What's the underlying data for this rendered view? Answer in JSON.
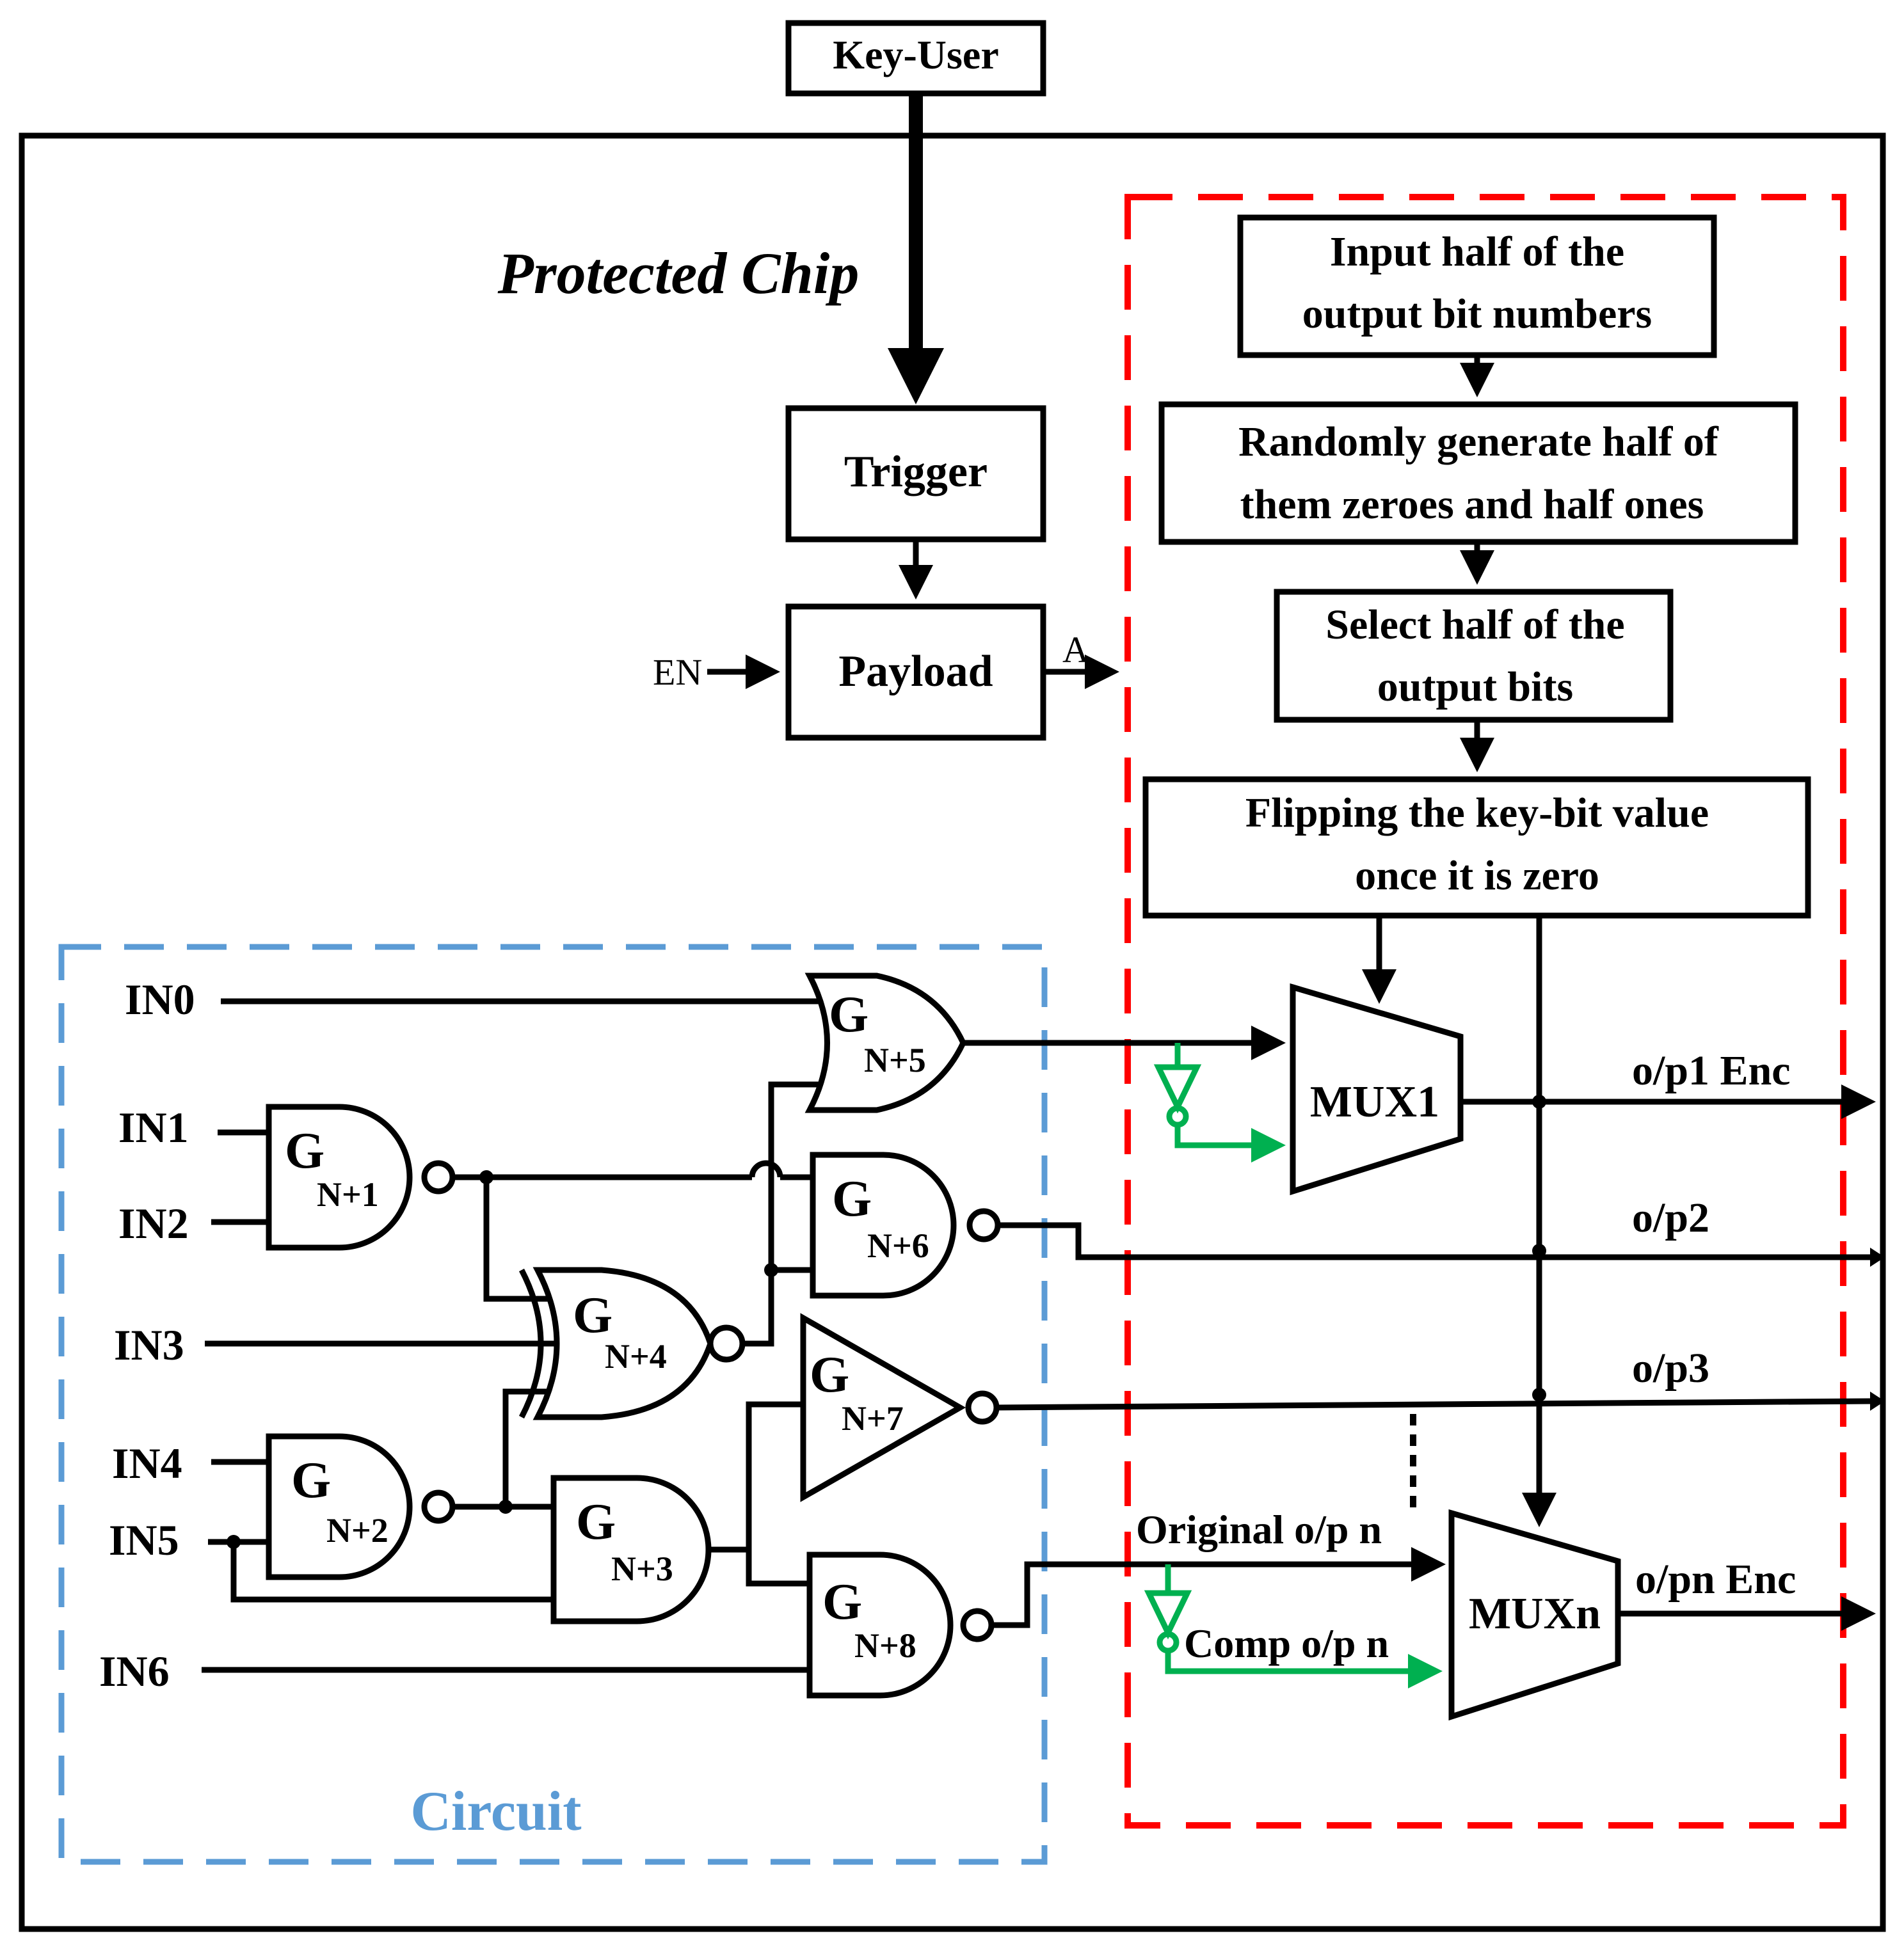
{
  "title": "Protected Chip",
  "top_flow": {
    "key_user": "Key-User",
    "trigger": "Trigger",
    "payload": "Payload",
    "en_label": "EN",
    "a_label": "A"
  },
  "steps": [
    [
      "Input half of the",
      "output bit numbers"
    ],
    [
      "Randomly generate half of",
      "them zeroes and half ones"
    ],
    [
      "Select half of the",
      "output bits"
    ],
    [
      "Flipping the key-bit value",
      "once it is zero"
    ]
  ],
  "circuit_label": "Circuit",
  "inputs": [
    "IN0",
    "IN1",
    "IN2",
    "IN3",
    "IN4",
    "IN5",
    "IN6"
  ],
  "gates": [
    {
      "letter": "G",
      "sub": "N+1"
    },
    {
      "letter": "G",
      "sub": "N+2"
    },
    {
      "letter": "G",
      "sub": "N+3"
    },
    {
      "letter": "G",
      "sub": "N+4"
    },
    {
      "letter": "G",
      "sub": "N+5"
    },
    {
      "letter": "G",
      "sub": "N+6"
    },
    {
      "letter": "G",
      "sub": "N+7"
    },
    {
      "letter": "G",
      "sub": "N+8"
    }
  ],
  "muxes": [
    "MUX1",
    "MUXn"
  ],
  "outputs": [
    "o/p1 Enc",
    "o/p2",
    "o/p3",
    "o/pn Enc"
  ],
  "mux_inputs": {
    "original": "Original o/p n",
    "comp": "Comp o/p n"
  },
  "colors": {
    "wire": "#000000",
    "dashed_key_region": "#ff0000",
    "dashed_circuit_region": "#5b9bd5",
    "inverter_wires": "#00b050"
  }
}
